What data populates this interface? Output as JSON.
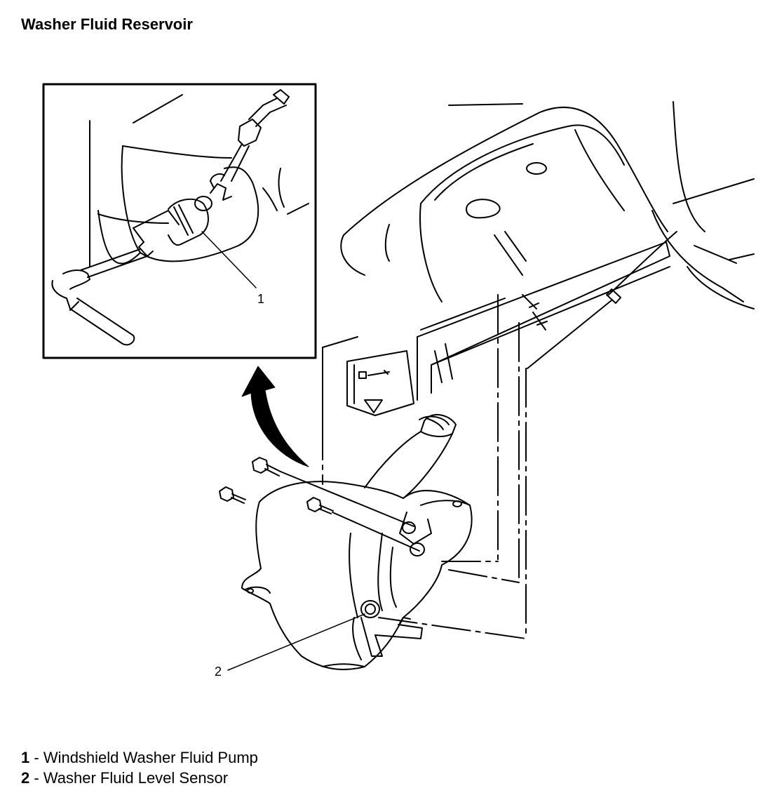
{
  "title": "Washer Fluid Reservoir",
  "callouts": [
    {
      "number": "1",
      "label": "Windshield Washer Fluid Pump"
    },
    {
      "number": "2",
      "label": "Washer Fluid Level Sensor"
    }
  ],
  "separator": " - ",
  "colors": {
    "line": "#000000",
    "background": "#ffffff"
  },
  "icons": [
    "curved-arrow-icon"
  ]
}
